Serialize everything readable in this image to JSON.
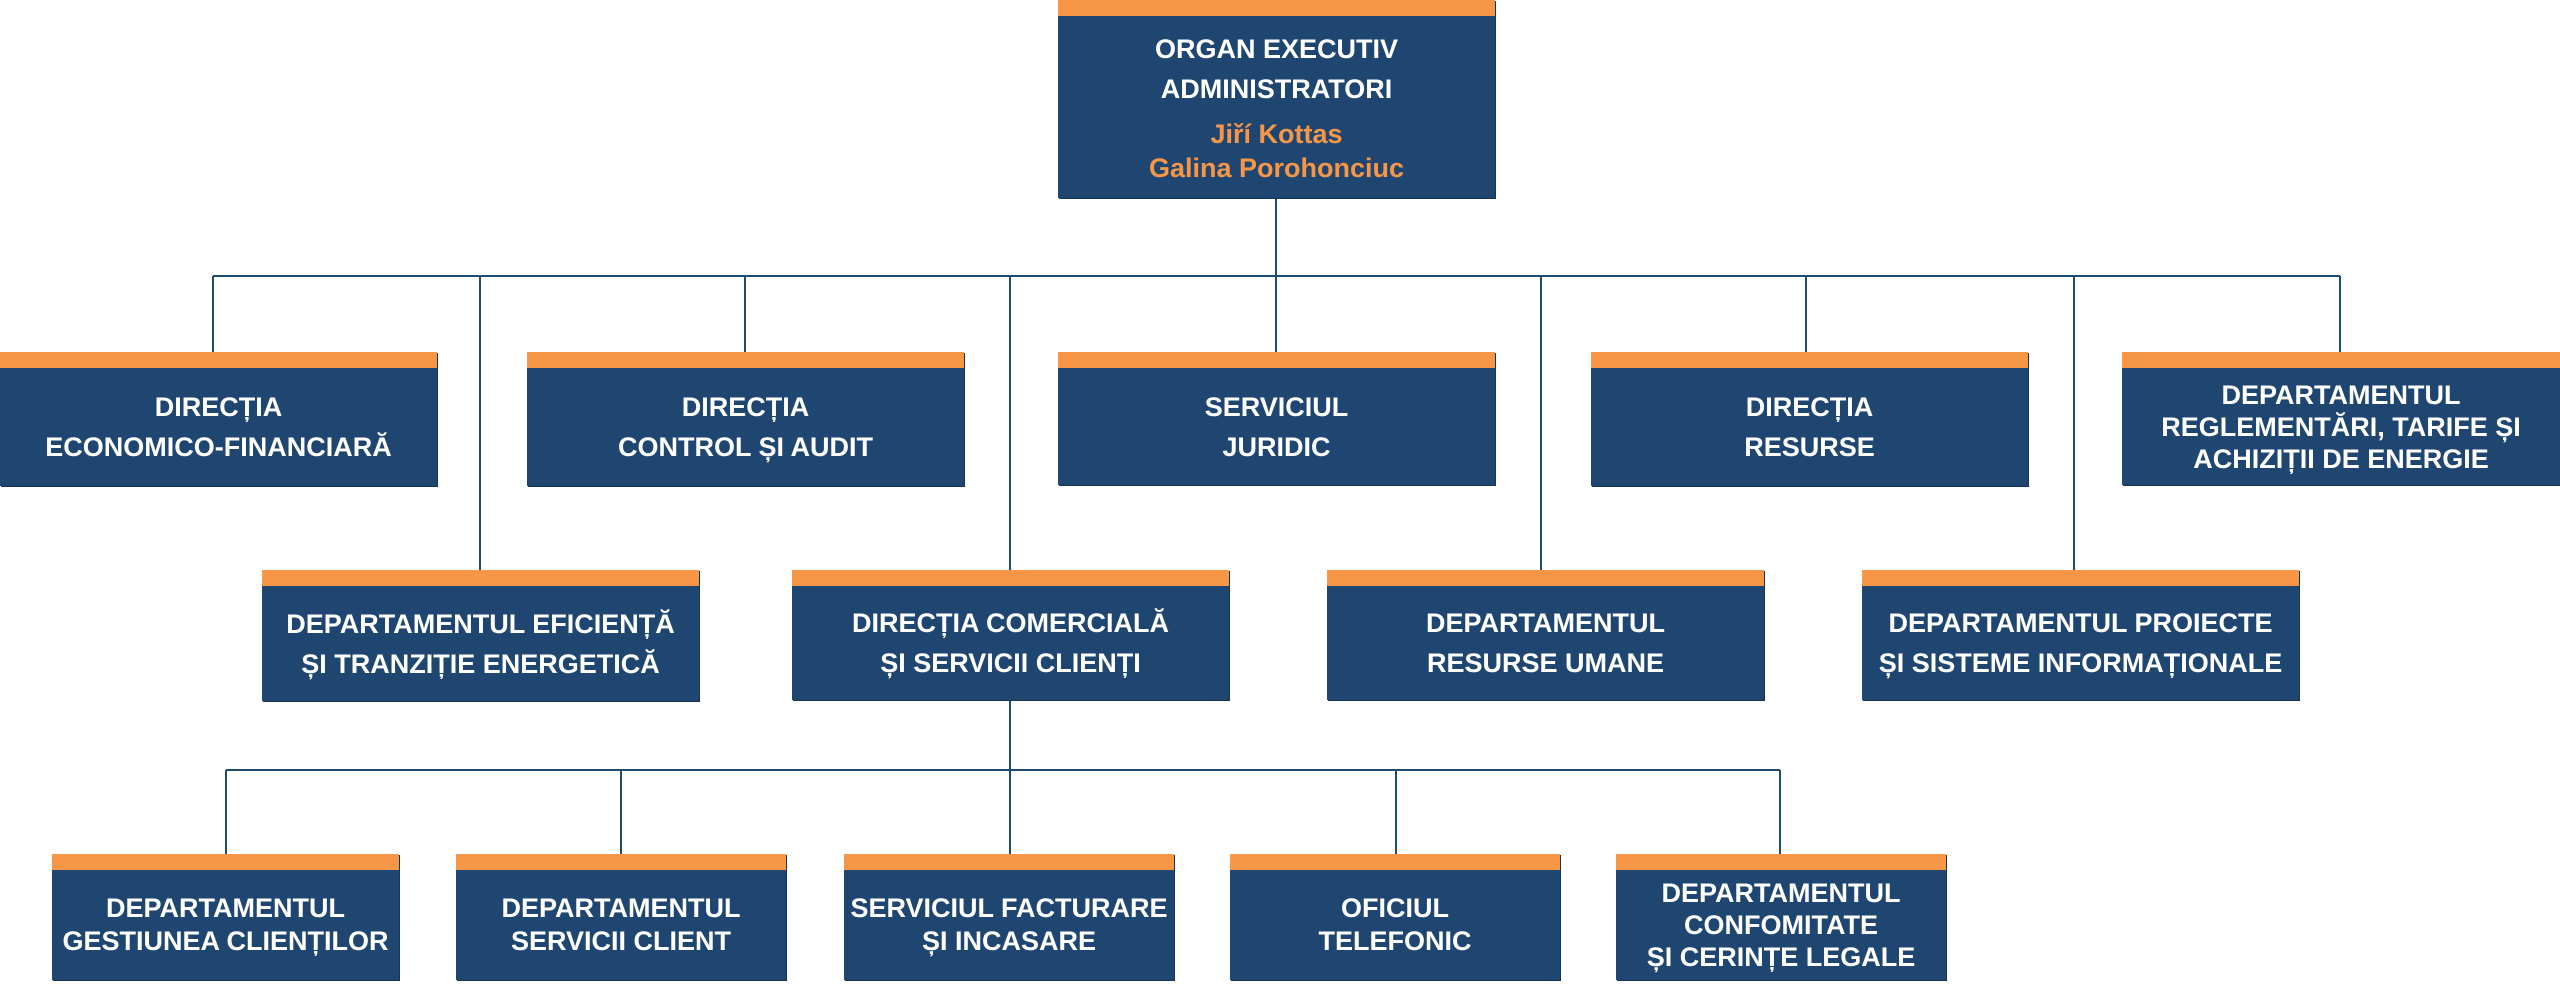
{
  "colors": {
    "box_fill": "#1f4670",
    "box_accent": "#f79646",
    "connector": "#1f4b6e",
    "text": "#ffffff",
    "name_text": "#f79646"
  },
  "executive": {
    "lines": [
      "ORGAN EXECUTIV",
      "ADMINISTRATORI"
    ],
    "names": [
      "Jiří Kottas",
      "Galina Porohonciuc"
    ]
  },
  "level1": [
    {
      "lines": [
        "DIRECȚIA",
        "ECONOMICO-FINANCIARĂ"
      ]
    },
    {
      "lines": [
        "DIRECȚIA",
        "CONTROL ȘI AUDIT"
      ]
    },
    {
      "lines": [
        "SERVICIUL",
        "JURIDIC"
      ]
    },
    {
      "lines": [
        "DIRECȚIA",
        "RESURSE"
      ]
    },
    {
      "lines": [
        "DEPARTAMENTUL",
        "REGLEMENTĂRI, TARIFE ȘI",
        "ACHIZIȚII DE ENERGIE"
      ]
    }
  ],
  "level2": [
    {
      "lines": [
        "DEPARTAMENTUL EFICIENȚĂ",
        "ȘI TRANZIȚIE ENERGETICĂ"
      ]
    },
    {
      "lines": [
        "DIRECȚIA COMERCIALĂ",
        "ȘI SERVICII CLIENȚI"
      ]
    },
    {
      "lines": [
        "DEPARTAMENTUL",
        "RESURSE UMANE"
      ]
    },
    {
      "lines": [
        "DEPARTAMENTUL PROIECTE",
        "ȘI SISTEME INFORMAȚIONALE"
      ]
    }
  ],
  "level3": [
    {
      "lines": [
        "DEPARTAMENTUL",
        "GESTIUNEA CLIENȚILOR"
      ]
    },
    {
      "lines": [
        "DEPARTAMENTUL",
        "SERVICII CLIENT"
      ]
    },
    {
      "lines": [
        "SERVICIUL FACTURARE",
        "ȘI INCASARE"
      ]
    },
    {
      "lines": [
        "OFICIUL",
        "TELEFONIC"
      ]
    },
    {
      "lines": [
        "DEPARTAMENTUL",
        "CONFOMITATE",
        "ȘI CERINȚE LEGALE"
      ]
    }
  ]
}
